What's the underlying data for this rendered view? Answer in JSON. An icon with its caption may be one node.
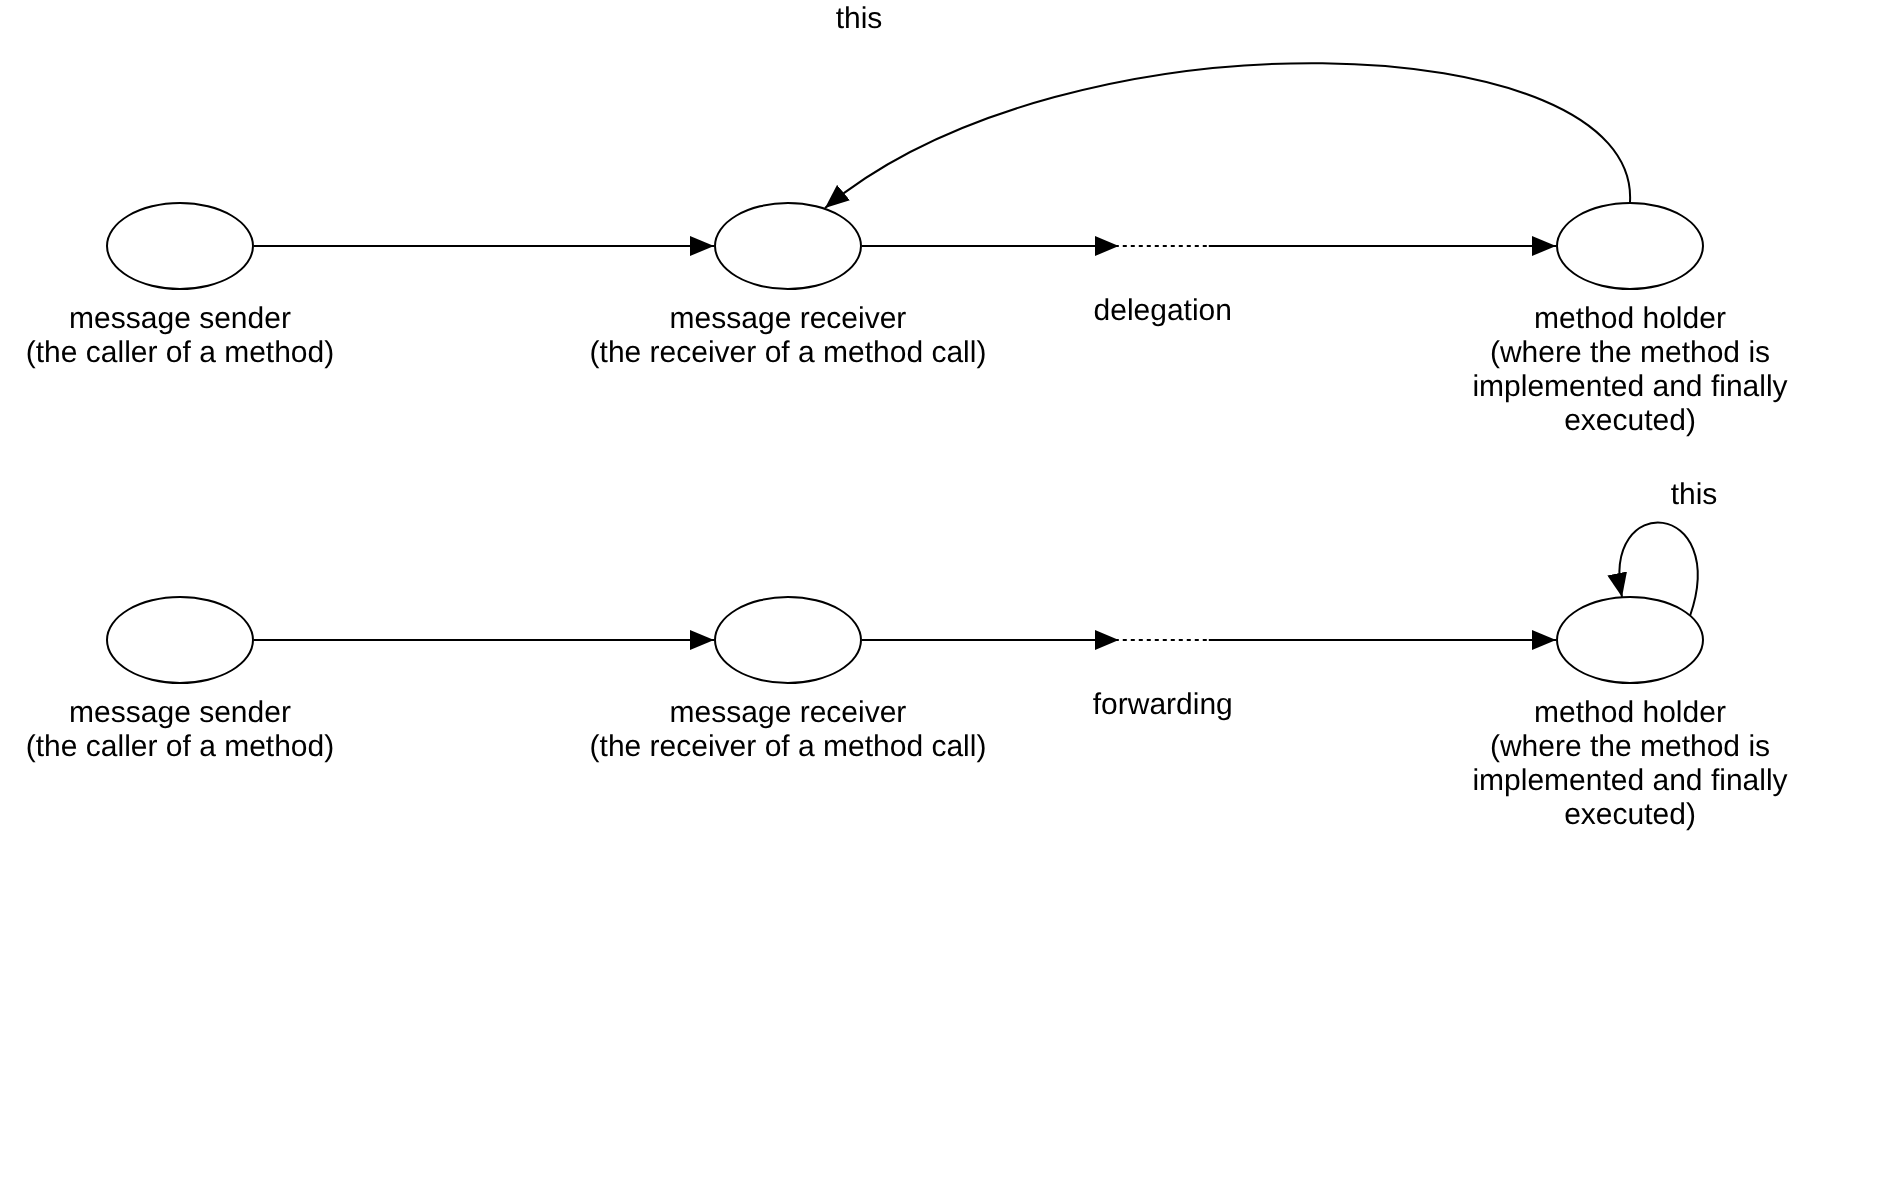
{
  "diagram": {
    "nodes": [
      {
        "text": [],
        "shape": "circle",
        "beside": [
          "message sender",
          "(the caller of a method)"
        ]
      },
      {
        "text": [],
        "shape": "circle",
        "beside": [
          "message receiver",
          "(the receiver of a method call)"
        ]
      },
      {
        "text": [],
        "shape": "circle",
        "beside": [
          "method holder",
          "(where the method is implemented and finally executed)"
        ]
      },
      {
        "text": [],
        "shape": "circle",
        "beside": [
          "message sender",
          "(the caller of a method)"
        ]
      },
      {
        "text": [],
        "shape": "circle",
        "beside": [
          "message receiver",
          "(the receiver of a method call)"
        ]
      },
      {
        "text": [],
        "shape": "circle",
        "beside": [
          "method holder",
          "(where the method is implemented and finally executed)"
        ]
      }
    ],
    "edges": [
      {
        "from": 0,
        "to": 1,
        "arrow": "to"
      },
      {
        "from": 1,
        "to": 2,
        "arrow": "to",
        "label": "delegation",
        "style": "dashed"
      },
      {
        "from": 2,
        "to": 1,
        "arrow": "to",
        "label": "this"
      },
      {
        "from": 3,
        "to": 4,
        "arrow": "to"
      },
      {
        "from": 4,
        "to": 5,
        "arrow": "to",
        "label": "forwarding",
        "style": "dashed"
      },
      {
        "from": 5,
        "to": 5,
        "arrow": "to",
        "label": "this"
      }
    ]
  }
}
